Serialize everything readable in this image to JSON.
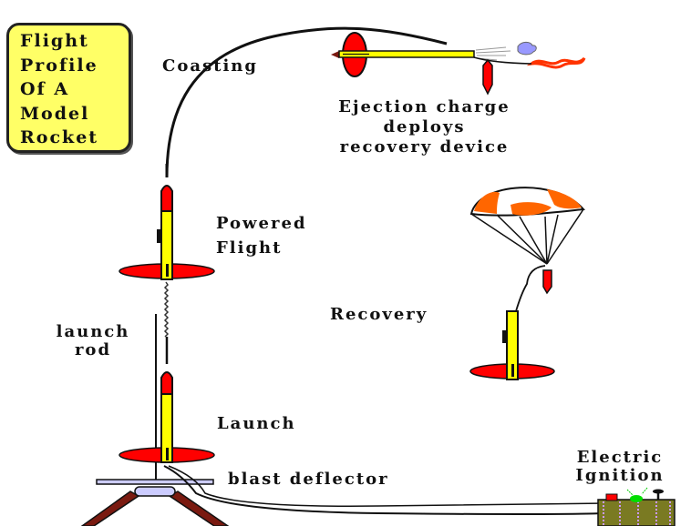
{
  "title": {
    "lines": [
      "Flight",
      "Profile",
      "Of A",
      "Model",
      "Rocket"
    ]
  },
  "labels": {
    "coasting": "Coasting",
    "ejection": [
      "Ejection charge",
      "deploys",
      "recovery device"
    ],
    "powered_flight": [
      "Powered",
      "Flight"
    ],
    "launch_rod": [
      "launch",
      "rod"
    ],
    "recovery": "Recovery",
    "launch": "Launch",
    "blast_deflector": "blast deflector",
    "electric_ignition": [
      "Electric",
      "Ignition"
    ]
  },
  "colors": {
    "title_box": "#ffff66",
    "rocket_body": "#ffff00",
    "rocket_nose_fins": "#ff0000",
    "parachute_orange": "#ff6600",
    "launch_legs": "#7a1a10",
    "ignition_box": "#7a7a22"
  }
}
